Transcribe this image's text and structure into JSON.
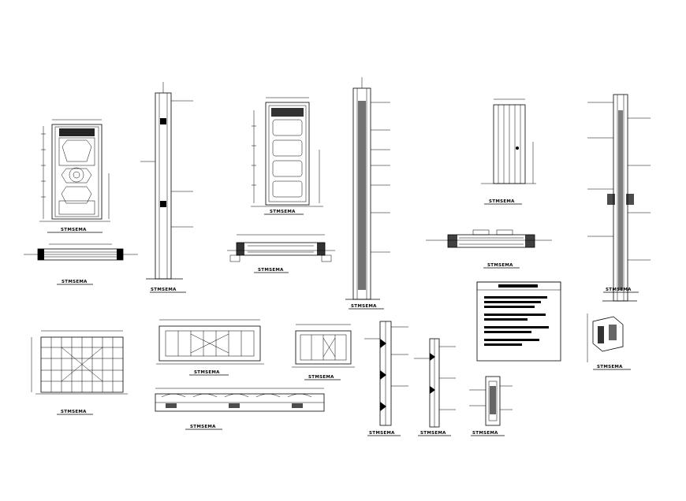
{
  "drawing": {
    "label_text": "STMSEMA",
    "ink_color": "#000000",
    "paper_color": "#ffffff",
    "views": [
      {
        "id": "door-elevation-1",
        "title": "STMSEMA"
      },
      {
        "id": "door-plan-1",
        "title": "STMSEMA"
      },
      {
        "id": "door-section-1",
        "title": "STMSEMA"
      },
      {
        "id": "door-elevation-2",
        "title": "STMSEMA"
      },
      {
        "id": "door-plan-2",
        "title": "STMSEMA"
      },
      {
        "id": "door-section-2",
        "title": "STMSEMA"
      },
      {
        "id": "door-elevation-3",
        "title": "STMSEMA"
      },
      {
        "id": "door-plan-3",
        "title": "STMSEMA"
      },
      {
        "id": "door-section-3",
        "title": "STMSEMA"
      },
      {
        "id": "grid-elevation",
        "title": "STMSEMA"
      },
      {
        "id": "frame-elevation-1",
        "title": "STMSEMA"
      },
      {
        "id": "frame-plan-long",
        "title": "STMSEMA"
      },
      {
        "id": "frame-elevation-2",
        "title": "STMSEMA"
      },
      {
        "id": "jamb-detail-1",
        "title": "STMSEMA"
      },
      {
        "id": "jamb-detail-2",
        "title": "STMSEMA"
      },
      {
        "id": "jamb-detail-3",
        "title": "STMSEMA"
      },
      {
        "id": "corner-detail",
        "title": "STMSEMA"
      }
    ]
  }
}
